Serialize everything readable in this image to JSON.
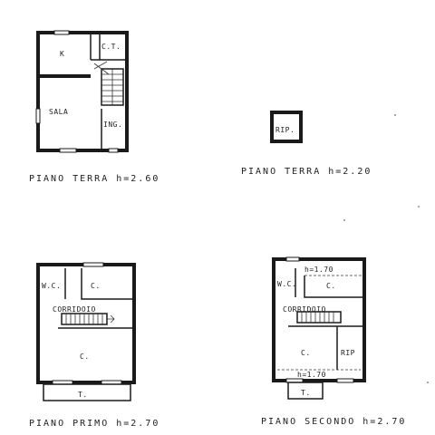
{
  "plans": {
    "ground_main": {
      "rooms": {
        "k": "K",
        "ct": "C.T.",
        "sala": "SALA",
        "ing": "ING."
      },
      "caption": "PIANO TERRA h=2.60"
    },
    "ground_small": {
      "rooms": {
        "rip": "RIP."
      },
      "caption": "PIANO TERRA h=2.20"
    },
    "first": {
      "rooms": {
        "wc": "W.C.",
        "c_small": "C.",
        "corridoio": "CORRIDOIO",
        "c_big": "C.",
        "terrace": "T."
      },
      "caption": "PIANO PRIMO h=2.70"
    },
    "second": {
      "rooms": {
        "wc": "W.C.",
        "c_small": "C.",
        "corridoio": "CORRIDOIO",
        "c_big": "C.",
        "rip": "RIP",
        "terrace": "T."
      },
      "height_top": "h=1.70",
      "height_bottom": "h=1.70",
      "caption": "PIANO SECONDO h=2.70"
    }
  }
}
